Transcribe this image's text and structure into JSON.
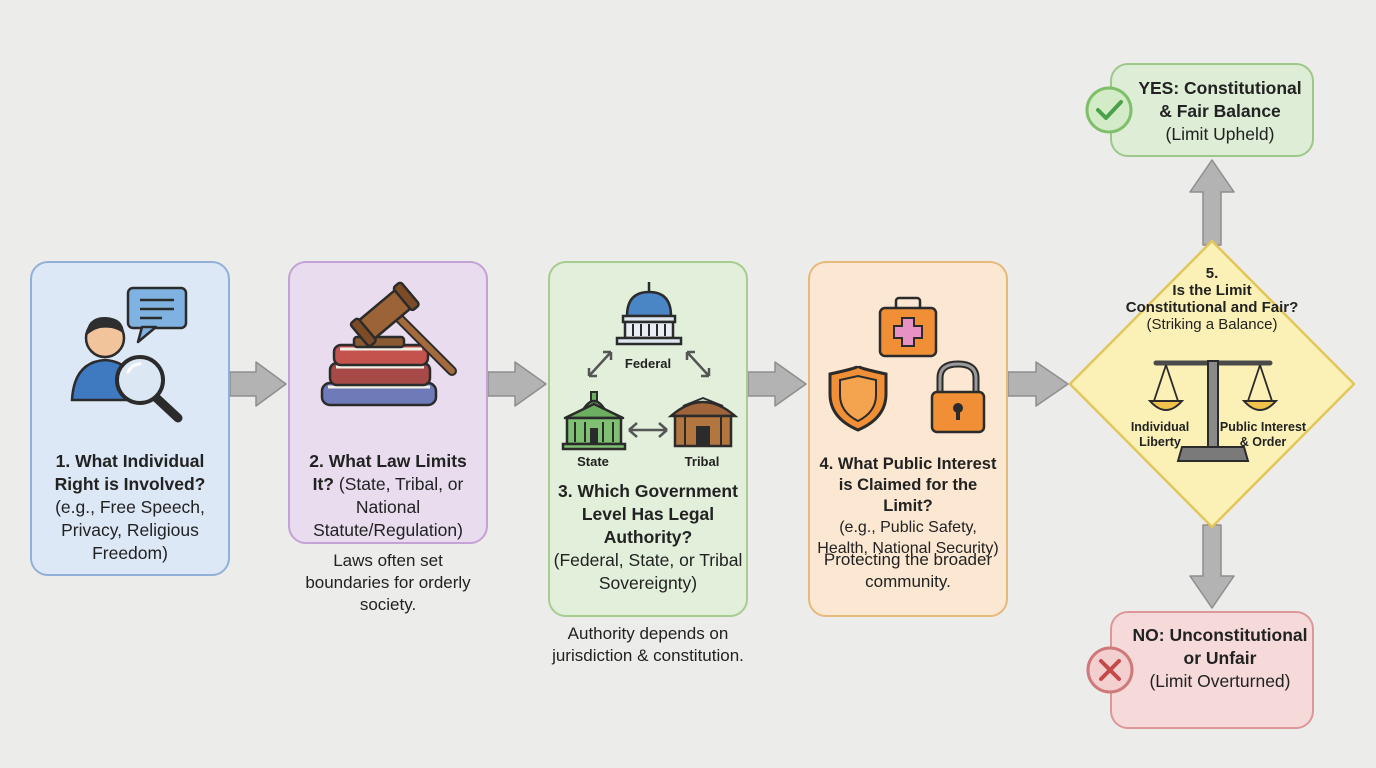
{
  "step1": {
    "title": "1. What Individual Right is Involved?",
    "detail": "(e.g., Free Speech, Privacy, Religious Freedom)"
  },
  "step2": {
    "title": "2. What Law Limits It?",
    "detail": "(State, Tribal, or National Statute/Regulation)",
    "note": "Laws often set boundaries for orderly society."
  },
  "step3": {
    "labels": {
      "federal": "Federal",
      "state": "State",
      "tribal": "Tribal"
    },
    "title": "3. Which Government Level Has Legal Authority?",
    "detail": "(Federal, State, or Tribal Sovereignty)",
    "note": "Authority depends on jurisdiction & constitution."
  },
  "step4": {
    "title": "4. What Public Interest is Claimed for the Limit?",
    "detail": "(e.g., Public Safety, Health, National Security)",
    "note": "Protecting the broader community."
  },
  "step5": {
    "number": "5.",
    "title": "Is the Limit Constitutional and Fair?",
    "detail": "(Striking a Balance)",
    "left_label": "Individual Liberty",
    "right_label": "Public Interest & Order"
  },
  "yes": {
    "title": "YES: Constitutional & Fair Balance",
    "detail": "(Limit Upheld)"
  },
  "no": {
    "title": "NO: Unconstitutional or Unfair",
    "detail": "(Limit Overturned)"
  },
  "colors": {
    "blue": "#dde8f6",
    "purple": "#e8dcee",
    "green": "#e2efda",
    "orange": "#fbe7d2",
    "yellow": "#fbf1b6",
    "yes": "#deedd6",
    "no": "#f6dada",
    "arrow": "#a8a8a8"
  }
}
